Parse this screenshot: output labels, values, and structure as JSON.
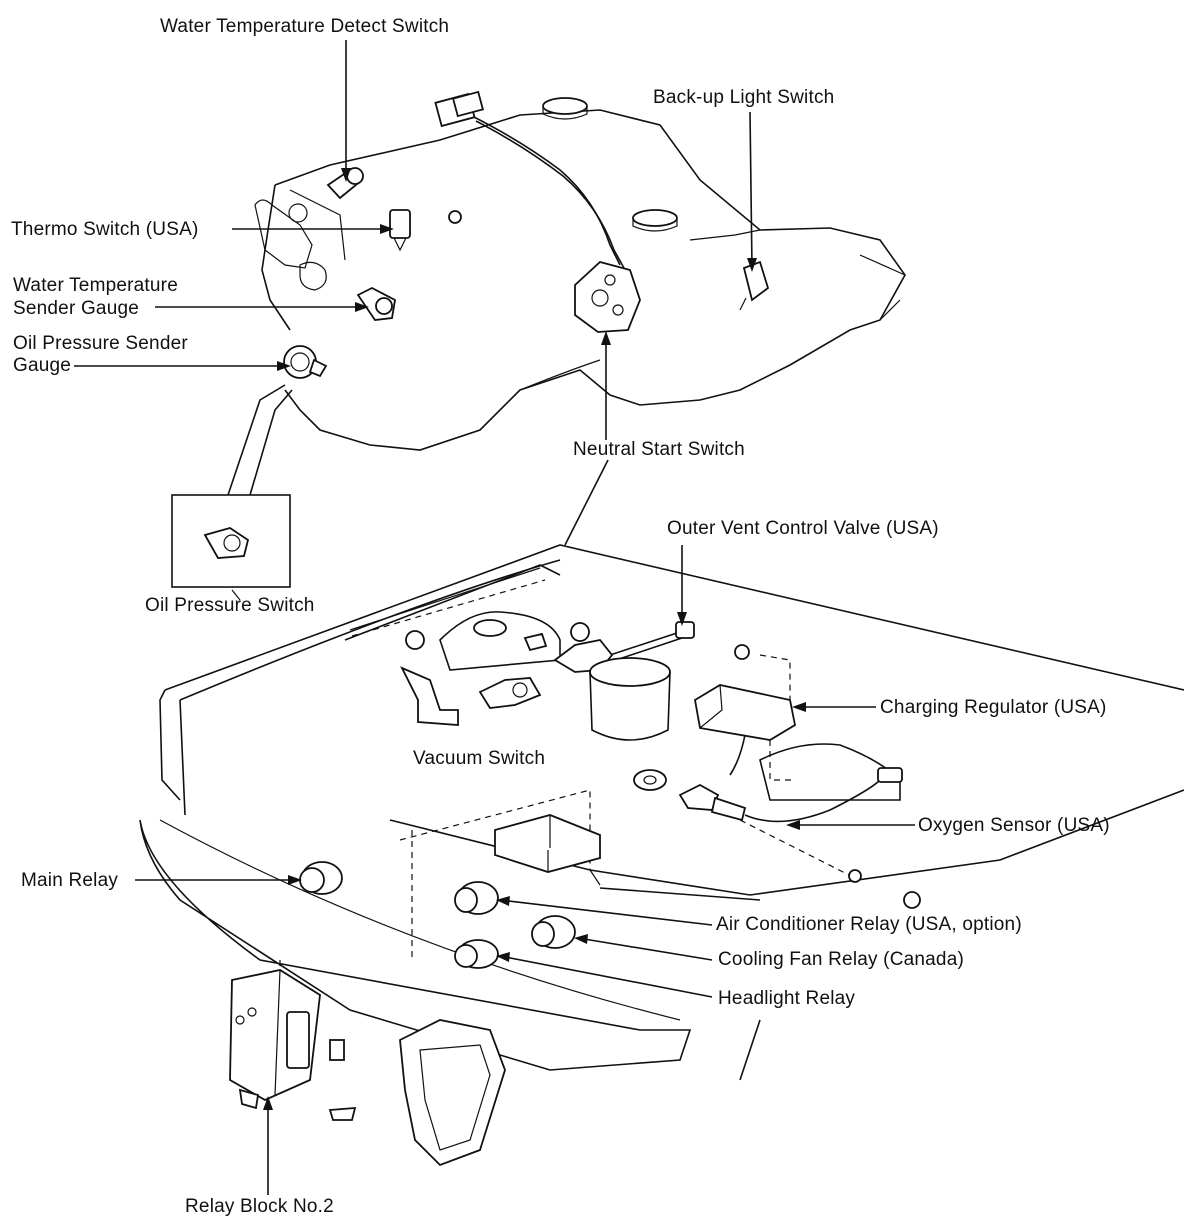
{
  "labels": {
    "water_temp_detect_switch": "Water Temperature Detect Switch",
    "backup_light_switch": "Back-up Light Switch",
    "thermo_switch": "Thermo Switch (USA)",
    "water_temp_sender_1": "Water Temperature",
    "water_temp_sender_2": "Sender Gauge",
    "oil_pressure_sender_1": "Oil Pressure Sender",
    "oil_pressure_sender_2": "Gauge",
    "neutral_start_switch": "Neutral Start Switch",
    "outer_vent_control_valve": "Outer Vent Control Valve (USA)",
    "oil_pressure_switch": "Oil Pressure Switch",
    "charging_regulator": "Charging Regulator (USA)",
    "vacuum_switch": "Vacuum Switch",
    "oxygen_sensor": "Oxygen Sensor (USA)",
    "main_relay": "Main Relay",
    "air_conditioner_relay": "Air Conditioner Relay (USA, option)",
    "cooling_fan_relay": "Cooling Fan Relay (Canada)",
    "headlight_relay": "Headlight Relay",
    "relay_block_no2": "Relay Block No.2"
  }
}
